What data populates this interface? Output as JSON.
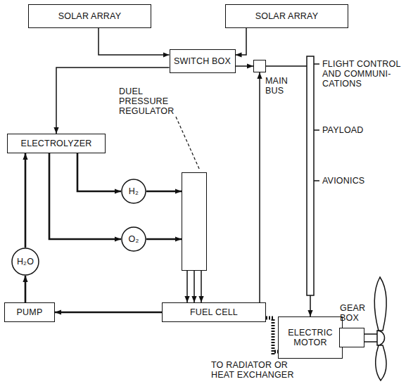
{
  "diagram": {
    "nodes": [
      {
        "text": [
          "SOLAR ARRAY"
        ]
      },
      {
        "text": [
          "SOLAR ARRAY"
        ]
      },
      {
        "text": [
          "SWITCH BOX"
        ]
      },
      {
        "text": [
          "MAIN BUS"
        ]
      },
      {
        "text": [
          "ELECTROLYZER"
        ]
      },
      {
        "text": [
          "H₂"
        ]
      },
      {
        "text": [
          "O₂"
        ]
      },
      {
        "text": [
          "DUEL PRESSURE REGULATOR"
        ]
      },
      {
        "text": [
          "H₂O"
        ]
      },
      {
        "text": [
          "PUMP"
        ]
      },
      {
        "text": [
          "FUEL CELL"
        ]
      },
      {
        "text": [
          "ELECTRIC MOTOR"
        ]
      },
      {
        "text": [
          "GEAR BOX"
        ]
      }
    ],
    "edges": [
      {
        "from": 0,
        "to": 2,
        "arrow": "to"
      },
      {
        "from": 1,
        "to": 2,
        "arrow": "to"
      },
      {
        "from": 2,
        "to": 3,
        "arrow": "to"
      },
      {
        "from": 2,
        "to": 4,
        "arrow": "to"
      },
      {
        "from": 4,
        "to": 5,
        "arrow": "to"
      },
      {
        "from": 4,
        "to": 6,
        "arrow": "to"
      },
      {
        "from": 5,
        "to": 7,
        "arrow": "to"
      },
      {
        "from": 6,
        "to": 7,
        "arrow": "to"
      },
      {
        "from": 7,
        "to": 10,
        "arrow": "to"
      },
      {
        "from": 7,
        "to": 10,
        "arrow": "to"
      },
      {
        "from": 7,
        "to": 10,
        "arrow": "to"
      },
      {
        "from": 8,
        "to": 4,
        "arrow": "to"
      },
      {
        "from": 9,
        "to": 8,
        "arrow": "to"
      },
      {
        "from": 10,
        "to": 9,
        "arrow": "to"
      },
      {
        "from": 10,
        "to": 3,
        "arrow": "to"
      },
      {
        "from": 3,
        "to": 11,
        "arrow": "to"
      }
    ],
    "labels": [
      "FLIGHT CONTROL AND COMMUNI- CATIONS",
      "PAYLOAD",
      "AVIONICS",
      "TO RADIATOR OR HEAT EXCHANGER"
    ]
  }
}
